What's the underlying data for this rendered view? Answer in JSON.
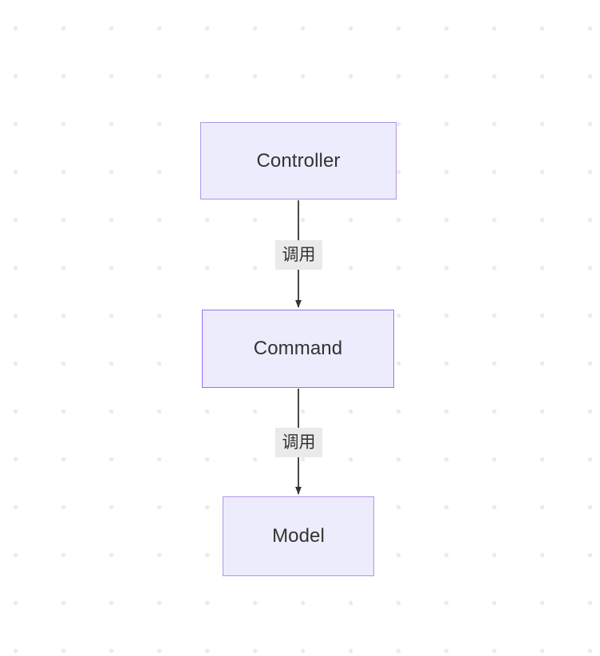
{
  "canvas": {
    "background_color": "#ffffff",
    "grid_dot_color": "#ebebeb",
    "grid_spacing": 60
  },
  "diagram": {
    "type": "flowchart",
    "direction": "top-to-bottom",
    "node_fill": "#ececfd",
    "node_border": "#a78bfa",
    "node_text_color": "#333333",
    "edge_color": "#333333",
    "edge_label_background": "#eaeaea",
    "nodes": [
      {
        "id": "controller",
        "label": "Controller"
      },
      {
        "id": "command",
        "label": "Command"
      },
      {
        "id": "model",
        "label": "Model"
      }
    ],
    "edges": [
      {
        "id": "edge-controller-command",
        "from": "controller",
        "to": "command",
        "label": "调用"
      },
      {
        "id": "edge-command-model",
        "from": "command",
        "to": "model",
        "label": "调用"
      }
    ]
  }
}
